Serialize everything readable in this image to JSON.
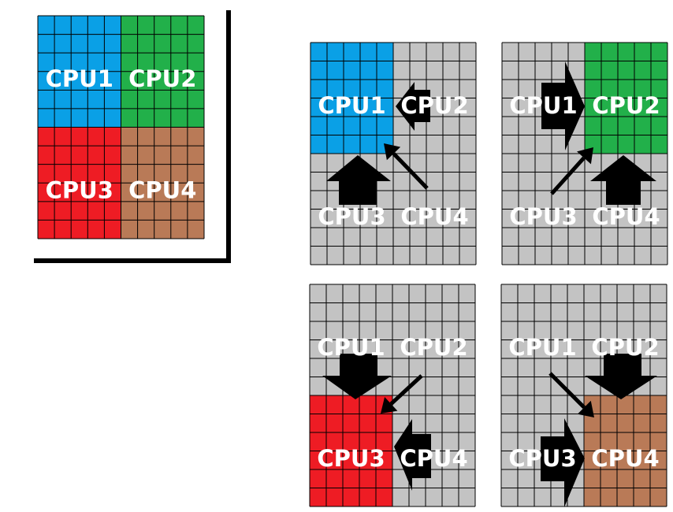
{
  "cpu_labels": [
    "CPU1",
    "CPU2",
    "CPU3",
    "CPU4"
  ],
  "colors": {
    "cpu1": "#0aa0e6",
    "cpu2": "#22b04a",
    "cpu3": "#ee1c24",
    "cpu4": "#b97a57",
    "inactive": "#c3c3c3",
    "grid": "#000000",
    "label_text": "#ffffff",
    "arrow": "#000000"
  },
  "grid": {
    "rows": 12,
    "cols": 10
  },
  "panels": [
    {
      "id": "overview",
      "active": "all"
    },
    {
      "id": "gather-to-cpu1",
      "active": "CPU1"
    },
    {
      "id": "gather-to-cpu2",
      "active": "CPU2"
    },
    {
      "id": "gather-to-cpu3",
      "active": "CPU3"
    },
    {
      "id": "gather-to-cpu4",
      "active": "CPU4"
    }
  ]
}
